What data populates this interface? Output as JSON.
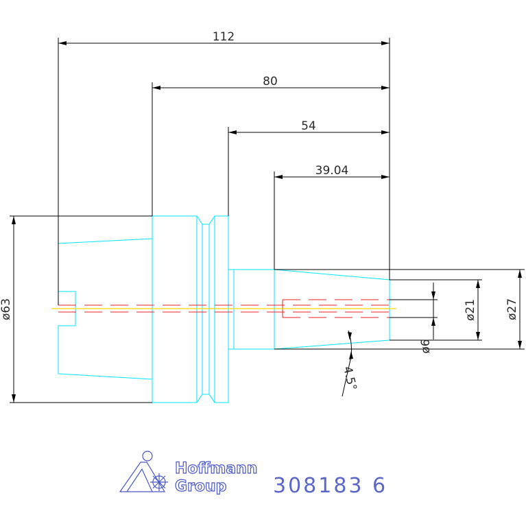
{
  "dimensions": {
    "length_112": "112",
    "length_80": "80",
    "length_54": "54",
    "length_39": "39.04",
    "dia_63": "ø63",
    "dia_27": "ø27",
    "dia_21": "ø21",
    "dia_6": "ø6",
    "angle": "4.5°"
  },
  "title_block": {
    "brand_line1": "Hoffmann",
    "brand_line2": "Group",
    "part_number": "308183 6"
  },
  "colors": {
    "part_outline": "#00e5ff",
    "dimension_line": "#000000",
    "hidden_line": "#e82020",
    "center_line": "#ffd400",
    "brand": "#4a56c4"
  }
}
